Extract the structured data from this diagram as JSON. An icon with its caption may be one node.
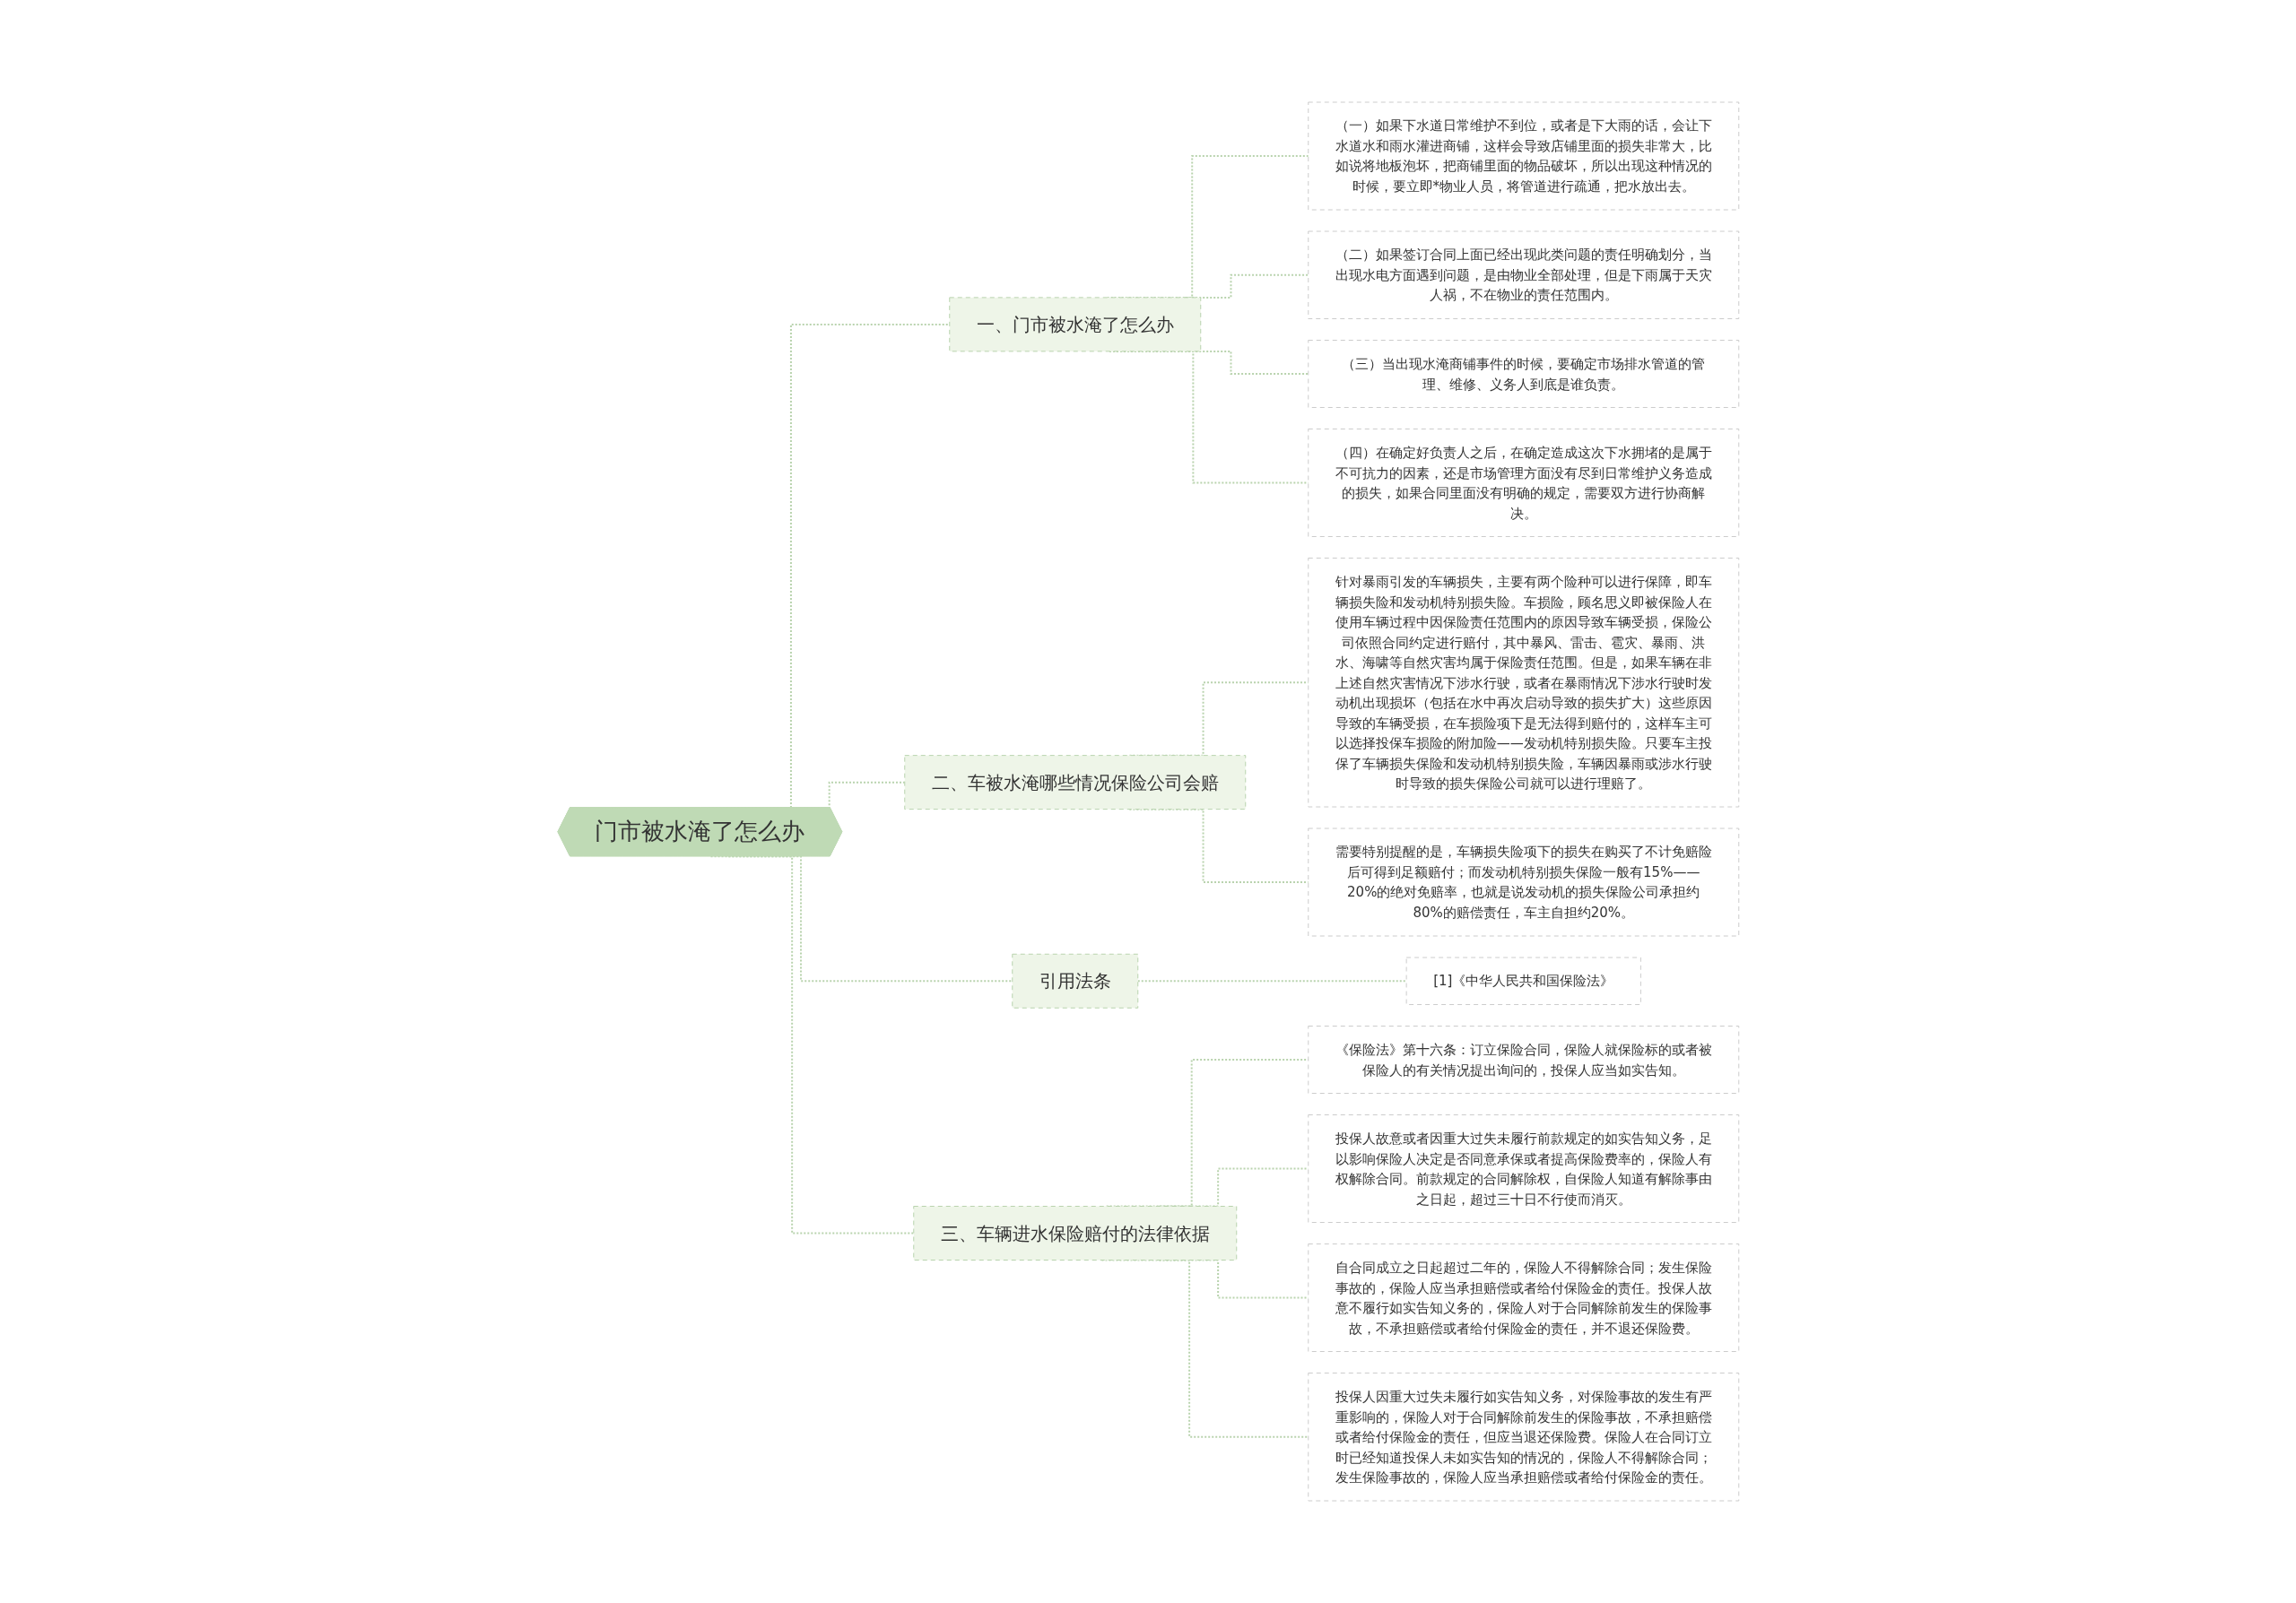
{
  "diagram": {
    "nodes": [
      {
        "text": [
          "门市被水淹了怎么办"
        ]
      },
      {
        "text": [
          "一、门市被水淹了怎么办"
        ]
      },
      {
        "text": [
          "（一）如果下水道日常维护不到位，或者是下大雨的话，会让下水道水和雨水灌进商铺，这样会导致店铺里面的损失非常大，比如说将地板泡坏，把商铺里面的物品破坏，所以出现这种情况的时候，要立即*物业人员，将管道进行疏通，把水放出去。"
        ]
      },
      {
        "text": [
          "（二）如果签订合同上面已经出现此类问题的责任明确划分，当出现水电方面遇到问题，是由物业全部处理，但是下雨属于天灾人祸，不在物业的责任范围内。"
        ]
      },
      {
        "text": [
          "（三）当出现水淹商铺事件的时候，要确定市场排水管道的管理、维修、义务人到底是谁负责。"
        ]
      },
      {
        "text": [
          "（四）在确定好负责人之后，在确定造成这次下水拥堵的是属于不可抗力的因素，还是市场管理方面没有尽到日常维护义务造成的损失，如果合同里面没有明确的规定，需要双方进行协商解决。"
        ]
      },
      {
        "text": [
          "二、车被水淹哪些情况保险公司会赔"
        ]
      },
      {
        "text": [
          "针对暴雨引发的车辆损失，主要有两个险种可以进行保障，即车辆损失险和发动机特别损失险。车损险，顾名思义即被保险人在使用车辆过程中因保险责任范围内的原因导致车辆受损，保险公司依照合同约定进行赔付，其中暴风、雷击、雹灾、暴雨、洪水、海啸等自然灾害均属于保险责任范围。但是，如果车辆在非上述自然灾害情况下涉水行驶，或者在暴雨情况下涉水行驶时发动机出现损坏（包括在水中再次启动导致的损失扩大）这些原因导致的车辆受损，在车损险项下是无法得到赔付的，这样车主可以选择投保车损险的附加险——发动机特别损失险。只要车主投保了车辆损失保险和发动机特别损失险，车辆因暴雨或涉水行驶时导致的损失保险公司就可以进行理赔了。"
        ]
      },
      {
        "text": [
          "需要特别提醒的是，车辆损失险项下的损失在购买了不计免赔险后可得到足额赔付；而发动机特别损失保险一般有15%——20%的绝对免赔率，也就是说发动机的损失保险公司承担约80%的赔偿责任，车主自担约20%。"
        ]
      },
      {
        "text": [
          "引用法条"
        ]
      },
      {
        "text": [
          "[1]《中华人民共和国保险法》"
        ]
      },
      {
        "text": [
          "三、车辆进水保险赔付的法律依据"
        ]
      },
      {
        "text": [
          "《保险法》第十六条：订立保险合同，保险人就保险标的或者被保险人的有关情况提出询问的，投保人应当如实告知。"
        ]
      },
      {
        "text": [
          "投保人故意或者因重大过失未履行前款规定的如实告知义务，足以影响保险人决定是否同意承保或者提高保险费率的，保险人有权解除合同。前款规定的合同解除权，自保险人知道有解除事由之日起，超过三十日不行使而消灭。"
        ]
      },
      {
        "text": [
          "自合同成立之日起超过二年的，保险人不得解除合同；发生保险事故的，保险人应当承担赔偿或者给付保险金的责任。投保人故意不履行如实告知义务的，保险人对于合同解除前发生的保险事故，不承担赔偿或者给付保险金的责任，并不退还保险费。"
        ]
      },
      {
        "text": [
          "投保人因重大过失未履行如实告知义务，对保险事故的发生有严重影响的，保险人对于合同解除前发生的保险事故，不承担赔偿或者给付保险金的责任，但应当退还保险费。保险人在合同订立时已经知道投保人未如实告知的情况的，保险人不得解除合同；发生保险事故的，保险人应当承担赔偿或者给付保险金的责任。"
        ]
      }
    ],
    "edges": [
      {
        "from": 0,
        "to": 1,
        "arrow": "none",
        "style": "dashed"
      },
      {
        "from": 1,
        "to": 2,
        "arrow": "none",
        "style": "dashed"
      },
      {
        "from": 1,
        "to": 3,
        "arrow": "none",
        "style": "dashed"
      },
      {
        "from": 1,
        "to": 4,
        "arrow": "none",
        "style": "dashed"
      },
      {
        "from": 1,
        "to": 5,
        "arrow": "none",
        "style": "dashed"
      },
      {
        "from": 0,
        "to": 6,
        "arrow": "none",
        "style": "dashed"
      },
      {
        "from": 6,
        "to": 7,
        "arrow": "none",
        "style": "dashed"
      },
      {
        "from": 6,
        "to": 8,
        "arrow": "none",
        "style": "dashed"
      },
      {
        "from": 0,
        "to": 9,
        "arrow": "none",
        "style": "dashed"
      },
      {
        "from": 9,
        "to": 10,
        "arrow": "none",
        "style": "dashed"
      },
      {
        "from": 0,
        "to": 11,
        "arrow": "none",
        "style": "dashed"
      },
      {
        "from": 11,
        "to": 12,
        "arrow": "none",
        "style": "dashed"
      },
      {
        "from": 11,
        "to": 13,
        "arrow": "none",
        "style": "dashed"
      },
      {
        "from": 11,
        "to": 14,
        "arrow": "none",
        "style": "dashed"
      },
      {
        "from": 11,
        "to": 15,
        "arrow": "none",
        "style": "dashed"
      }
    ]
  }
}
